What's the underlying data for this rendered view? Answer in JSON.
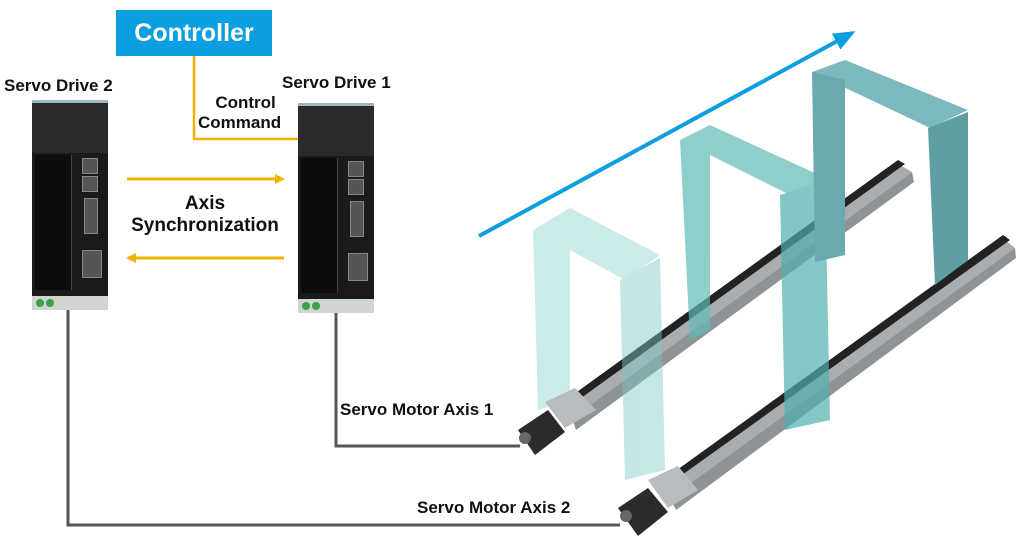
{
  "controller": {
    "label": "Controller",
    "color": "#0b9ee0"
  },
  "drives": {
    "drive1": {
      "label": "Servo Drive 1"
    },
    "drive2": {
      "label": "Servo Drive 2"
    }
  },
  "links": {
    "control_command": {
      "line1": "Control",
      "line2": "Command"
    },
    "axis_sync": {
      "line1": "Axis",
      "line2": "Synchronization"
    },
    "arrow_color": "#f2b300"
  },
  "motors": {
    "axis1": {
      "label": "Servo Motor Axis 1"
    },
    "axis2": {
      "label": "Servo Motor Axis 2"
    }
  },
  "motion_arrow_color": "#0b9ee0",
  "gantry_color": "#6fc4c0"
}
